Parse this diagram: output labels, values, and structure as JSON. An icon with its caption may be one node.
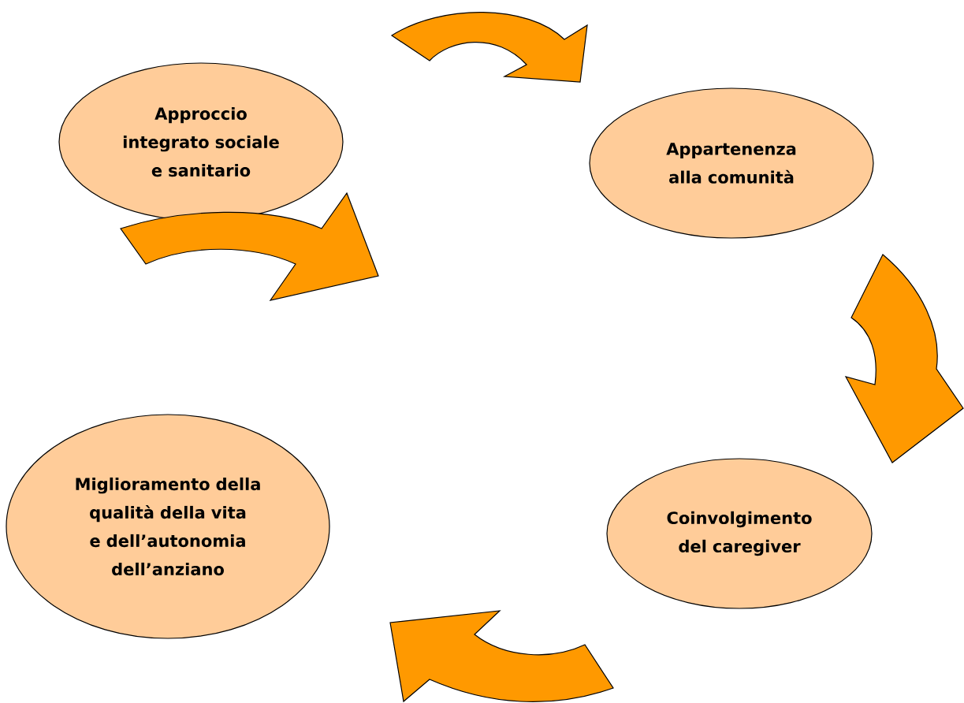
{
  "diagram": {
    "nodes": [
      {
        "text": [
          "Approccio integrato sociale e sanitario"
        ]
      },
      {
        "text": [
          "Appartenenza alla comunità"
        ]
      },
      {
        "text": [
          "Coinvolgimento del caregiver"
        ]
      },
      {
        "text": [
          "Miglioramento della qualità della vita e dell’autonomia dell’anziano"
        ]
      }
    ],
    "edges": [
      {
        "from": 0,
        "to": 1,
        "arrow": "to"
      },
      {
        "from": 1,
        "to": 2,
        "arrow": "to"
      },
      {
        "from": 2,
        "to": 3,
        "arrow": "to"
      },
      {
        "from": 0,
        "to": null,
        "arrow": "to"
      }
    ]
  }
}
